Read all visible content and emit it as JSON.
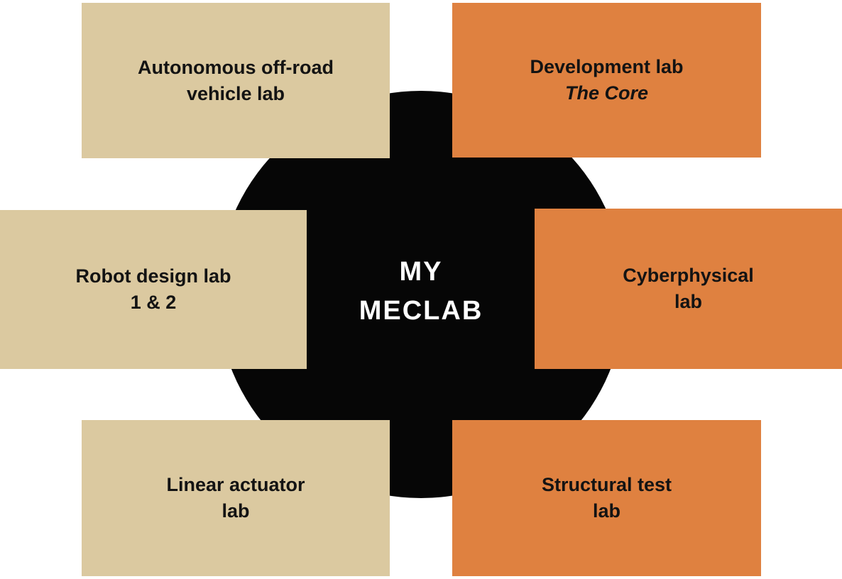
{
  "diagram": {
    "type": "hub-and-spoke",
    "background": "#FFFFFF",
    "description": "Central black circle hub with six lab boxes around it"
  },
  "hub": {
    "name": "MY MECLAB",
    "line1": "MY",
    "line2": "MECLAB",
    "shape": "circle",
    "color": "#060606",
    "text_color": "#FFFFFF"
  },
  "labs": [
    {
      "name": "Autonomous off-road vehicle lab",
      "line1": "Autonomous off-road",
      "line2": "vehicle lab",
      "color": "#DBC9A0",
      "position": "top-left"
    },
    {
      "name": "Development lab The Core",
      "line1": "Development lab",
      "line2": "The Core",
      "line2_style": "italic",
      "color": "#DF8140",
      "position": "top-right"
    },
    {
      "name": "Robot design lab 1 & 2",
      "line1": "Robot design lab",
      "line2": "1 & 2",
      "color": "#DBC9A0",
      "position": "middle-left"
    },
    {
      "name": "Cyberphysical lab",
      "line1": "Cyberphysical",
      "line2": "lab",
      "color": "#DF8140",
      "position": "middle-right"
    },
    {
      "name": "Linear actuator lab",
      "line1": "Linear actuator",
      "line2": "lab",
      "color": "#DBC9A0",
      "position": "bottom-left"
    },
    {
      "name": "Structural test lab",
      "line1": "Structural test",
      "line2": "lab",
      "color": "#DF8140",
      "position": "bottom-right"
    }
  ],
  "colors": {
    "tan": "#DBC9A0",
    "orange": "#DF8140",
    "hub_black": "#060606",
    "label_text": "#131313"
  }
}
